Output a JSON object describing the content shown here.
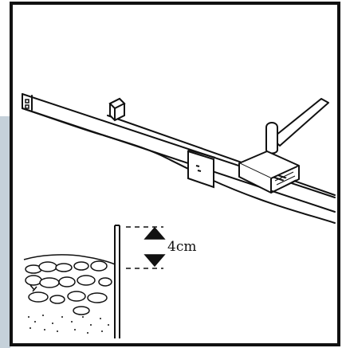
{
  "diagram": {
    "measurement_label": "4cm",
    "colors": {
      "line": "#111111",
      "background": "#ffffff",
      "side_strip": "#c5d1da"
    },
    "icons": {
      "arrow_up": "triangle-up",
      "arrow_down": "triangle-down"
    }
  }
}
